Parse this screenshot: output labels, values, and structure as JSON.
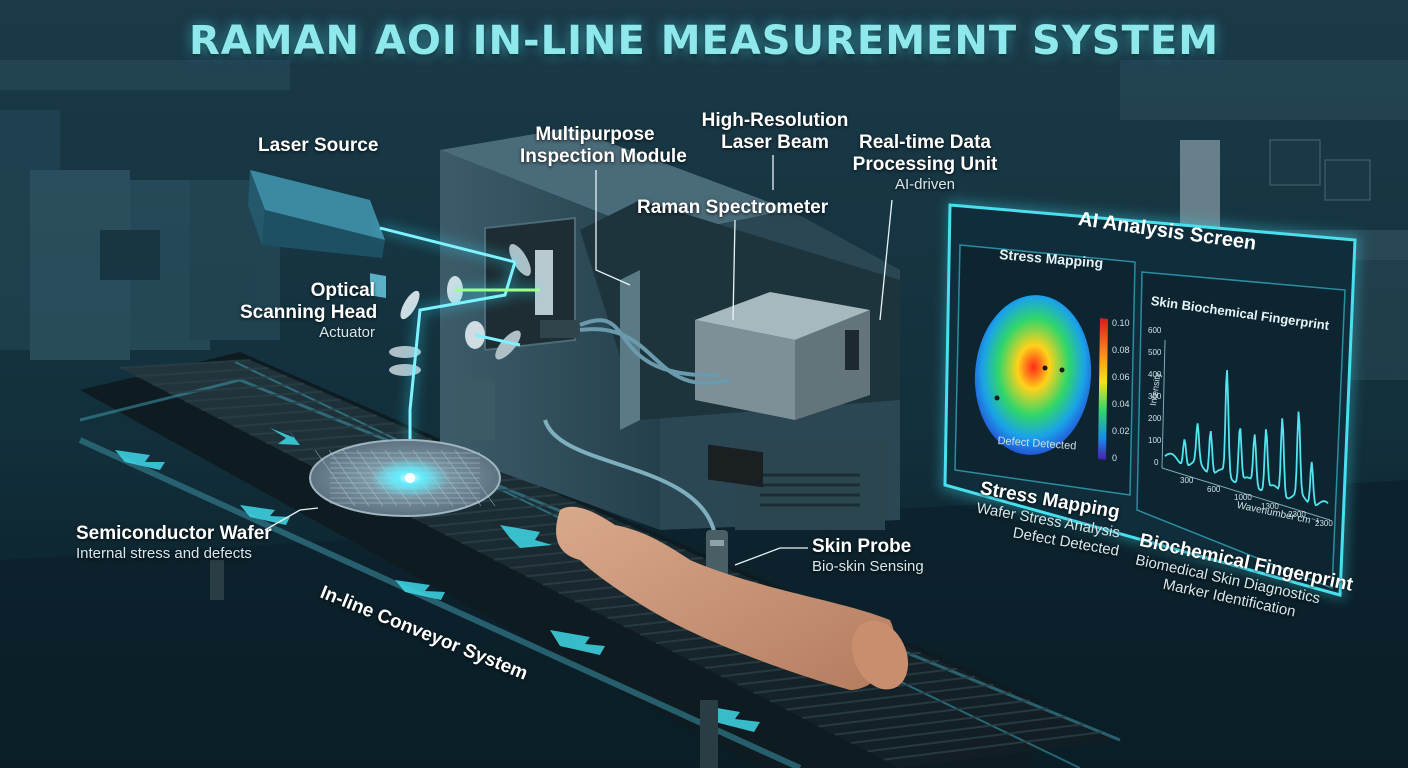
{
  "title": "RAMAN AOI IN-LINE MEASUREMENT SYSTEM",
  "labels": {
    "laser_source": "Laser Source",
    "multipurpose_line1": "Multipurpose",
    "multipurpose_line2": "Inspection Module",
    "hires_line1": "High-Resolution",
    "hires_line2": "Laser Beam",
    "realtime_line1": "Real-time Data",
    "realtime_line2": "Processing Unit",
    "realtime_sub": "AI-driven",
    "raman_spectrometer": "Raman Spectrometer",
    "optical_line1": "Optical",
    "optical_line2": "Scanning Head",
    "optical_sub": "Actuator",
    "wafer_main": "Semiconductor Wafer",
    "wafer_sub": "Internal stress and defects",
    "conveyor": "In-line Conveyor System",
    "skin_probe_main": "Skin Probe",
    "skin_probe_sub": "Bio-skin Sensing"
  },
  "screen": {
    "heading": "AI Analysis Screen",
    "stress_panel_title": "Stress Mapping",
    "stress_panel_caption": "Defect Detected",
    "colorbar_ticks": [
      "0.10",
      "0.08",
      "0.06",
      "0.04",
      "0.02",
      "0"
    ],
    "spectrum_panel_title": "Skin Biochemical Fingerprint",
    "spectrum_ylabel": "Intensity",
    "spectrum_xlabel": "Wavenumber cm⁻¹",
    "spectrum_yticks": [
      "600",
      "500",
      "400",
      "300",
      "200",
      "100",
      "0"
    ],
    "spectrum_xticks": [
      "300",
      "600",
      "1000",
      "1300",
      "2300",
      "2300"
    ]
  },
  "captions": {
    "stress_main": "Stress Mapping",
    "stress_sub1": "Wafer Stress Analysis",
    "stress_sub2": "Defect Detected",
    "bio_main": "Biochemical Fingerprint",
    "bio_sub1": "Biomedical Skin Diagnostics",
    "bio_sub2": "Marker Identification"
  },
  "colors": {
    "title": "#8fe8ec",
    "accent_cyan": "#3fe0f0",
    "laser": "#39e6ff",
    "machine": "#2e4b5a",
    "screen_bg": "#0f2d3a"
  }
}
